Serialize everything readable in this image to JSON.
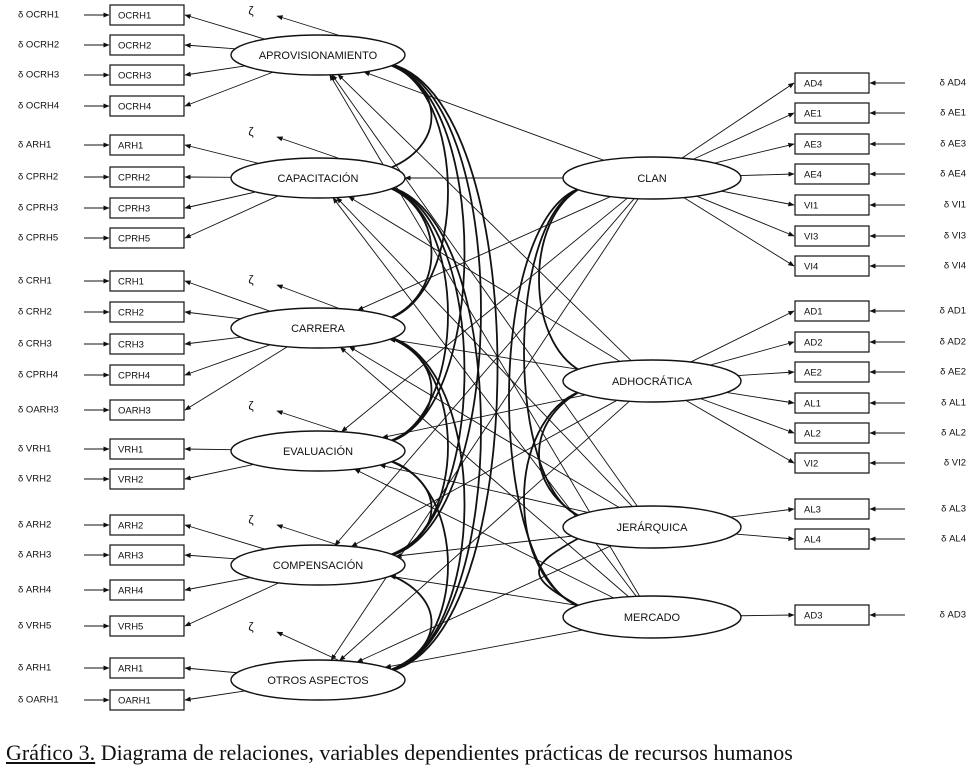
{
  "diagram": {
    "latent_hr": [
      {
        "id": "APROV",
        "label": "APROVISIONAMIENTO",
        "zeta": "ζ"
      },
      {
        "id": "CAPAC",
        "label": "CAPACITACIÓN",
        "zeta": "ζ"
      },
      {
        "id": "CARR",
        "label": "CARRERA",
        "zeta": "ζ"
      },
      {
        "id": "EVAL",
        "label": "EVALUACIÓN",
        "zeta": "ζ"
      },
      {
        "id": "COMP",
        "label": "COMPENSACIÓN",
        "zeta": "ζ"
      },
      {
        "id": "OTROS",
        "label": "OTROS ASPECTOS",
        "zeta": "ζ"
      }
    ],
    "latent_culture": [
      {
        "id": "CLAN",
        "label": "CLAN"
      },
      {
        "id": "ADHO",
        "label": "ADHOCRÁTICA"
      },
      {
        "id": "JERA",
        "label": "JERÁRQUICA"
      },
      {
        "id": "MERC",
        "label": "MERCADO"
      }
    ],
    "left_indicators": [
      {
        "label": "OCRH1",
        "error": "δ OCRH1",
        "factor": "APROV"
      },
      {
        "label": "OCRH2",
        "error": "δ OCRH2",
        "factor": "APROV"
      },
      {
        "label": "OCRH3",
        "error": "δ OCRH3",
        "factor": "APROV"
      },
      {
        "label": "OCRH4",
        "error": "δ OCRH4",
        "factor": "APROV"
      },
      {
        "label": "ARH1",
        "error": "δ ARH1",
        "factor": "CAPAC"
      },
      {
        "label": "CPRH2",
        "error": "δ CPRH2",
        "factor": "CAPAC"
      },
      {
        "label": "CPRH3",
        "error": "δ CPRH3",
        "factor": "CAPAC"
      },
      {
        "label": "CPRH5",
        "error": "δ CPRH5",
        "factor": "CAPAC"
      },
      {
        "label": "CRH1",
        "error": "δ CRH1",
        "factor": "CARR"
      },
      {
        "label": "CRH2",
        "error": "δ CRH2",
        "factor": "CARR"
      },
      {
        "label": "CRH3",
        "error": "δ CRH3",
        "factor": "CARR"
      },
      {
        "label": "CPRH4",
        "error": "δ CPRH4",
        "factor": "CARR"
      },
      {
        "label": "OARH3",
        "error": "δ OARH3",
        "factor": "CARR"
      },
      {
        "label": "VRH1",
        "error": "δ VRH1",
        "factor": "EVAL"
      },
      {
        "label": "VRH2",
        "error": "δ VRH2",
        "factor": "EVAL"
      },
      {
        "label": "ARH2",
        "error": "δ ARH2",
        "factor": "COMP"
      },
      {
        "label": "ARH3",
        "error": "δ ARH3",
        "factor": "COMP"
      },
      {
        "label": "ARH4",
        "error": "δ ARH4",
        "factor": "COMP"
      },
      {
        "label": "VRH5",
        "error": "δ VRH5",
        "factor": "COMP"
      },
      {
        "label": "ARH1",
        "error": "δ ARH1",
        "factor": "OTROS"
      },
      {
        "label": "OARH1",
        "error": "δ OARH1",
        "factor": "OTROS"
      }
    ],
    "right_indicators": [
      {
        "label": "AD4",
        "error": "δ AD4",
        "factor": "CLAN"
      },
      {
        "label": "AE1",
        "error": "δ AE1",
        "factor": "CLAN"
      },
      {
        "label": "AE3",
        "error": "δ AE3",
        "factor": "CLAN"
      },
      {
        "label": "AE4",
        "error": "δ AE4",
        "factor": "CLAN"
      },
      {
        "label": "VI1",
        "error": "δ VI1",
        "factor": "CLAN"
      },
      {
        "label": "VI3",
        "error": "δ VI3",
        "factor": "CLAN"
      },
      {
        "label": "VI4",
        "error": "δ VI4",
        "factor": "CLAN"
      },
      {
        "label": "AD1",
        "error": "δ AD1",
        "factor": "ADHO"
      },
      {
        "label": "AD2",
        "error": "δ AD2",
        "factor": "ADHO"
      },
      {
        "label": "AE2",
        "error": "δ AE2",
        "factor": "ADHO"
      },
      {
        "label": "AL1",
        "error": "δ AL1",
        "factor": "ADHO"
      },
      {
        "label": "AL2",
        "error": "δ AL2",
        "factor": "ADHO"
      },
      {
        "label": "VI2",
        "error": "δ VI2",
        "factor": "ADHO"
      },
      {
        "label": "AL3",
        "error": "δ AL3",
        "factor": "JERA"
      },
      {
        "label": "AL4",
        "error": "δ AL4",
        "factor": "JERA"
      },
      {
        "label": "AD3",
        "error": "δ AD3",
        "factor": "MERC"
      }
    ]
  },
  "caption": {
    "label": "Gráfico 3.",
    "text": " Diagrama de relaciones, variables dependientes prácticas de recursos humanos"
  }
}
